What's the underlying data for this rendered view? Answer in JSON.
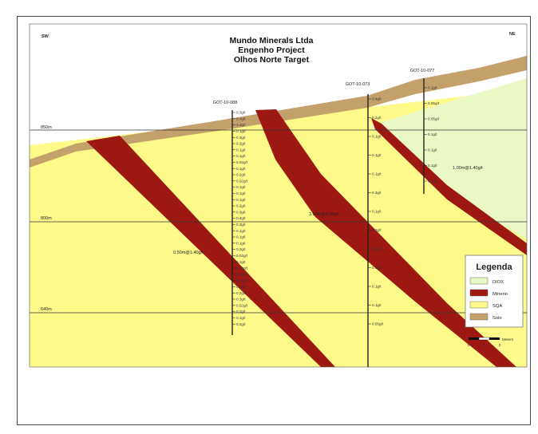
{
  "title": {
    "line1": "Mundo Minerals Ltda",
    "line2": "Engenho Project",
    "line3": "Olhos Norte Target"
  },
  "orientation": {
    "left": "SW",
    "right": "NE"
  },
  "elevations": [
    "850m",
    "800m",
    "640m"
  ],
  "holes": [
    {
      "id": "GOT-10-088",
      "assays": [
        "0.3g/t",
        "0.4g/t",
        "3.4g/t",
        "0.1g/t",
        "0.3g/t",
        "0.2g/t",
        "0.1g/t",
        "0.1g/t",
        "0.02g/t",
        "0.1g/t",
        "0.2g/t",
        "0.02g/t",
        "0.1g/t",
        "0.1g/t",
        "0.1g/t",
        "0.2g/t",
        "0.3g/t",
        "0.4g/t",
        "0.3g/t",
        "0.1g/t",
        "0.1g/t",
        "0.1g/t",
        "0.2g/t",
        "0.02g/t",
        "0.1g/t",
        "0.02g/t",
        "0.02g/t",
        "0.02g/t",
        "0.1g/t",
        "0.2g/t",
        "0.3g/t",
        "0.02g/t",
        "0.2g/t",
        "0.1g/t",
        "0.2g/t"
      ]
    },
    {
      "id": "GOT-10-073",
      "assays": [
        "0.4g/t",
        "0.2g/t",
        "0.1g/t",
        "0.1g/t",
        "0.1g/t",
        "0.3g/t",
        "0.1g/t",
        "0.2g/t",
        "0.1g/t",
        "0.1g/t",
        "0.1g/t",
        "0.1g/t",
        "0.05g/t"
      ]
    },
    {
      "id": "GOT-10-077",
      "assays": [
        "0.1g/t",
        "0.05g/t",
        "0.05g/t",
        "0.1g/t",
        "0.1g/t",
        "0.1g/t",
        "0.3g/t"
      ]
    }
  ],
  "intercepts": [
    "0.50m@1.40g/t",
    "3.00m@0.00g/t",
    "1.00m@1.40g/t"
  ],
  "legend": {
    "title": "Legenda",
    "items": [
      {
        "label": "DIOX",
        "color": "#eaf9c4"
      },
      {
        "label": "Minerio",
        "color": "#9e1812"
      },
      {
        "label": "SQA",
        "color": "#fdfa8a"
      },
      {
        "label": "Solo",
        "color": "#c4a06b"
      }
    ]
  },
  "scale": {
    "unit": "Meters",
    "ticks": [
      "0",
      "1",
      "2"
    ]
  },
  "colors": {
    "background": "#ffffff",
    "frame": "#4a4a4a"
  }
}
